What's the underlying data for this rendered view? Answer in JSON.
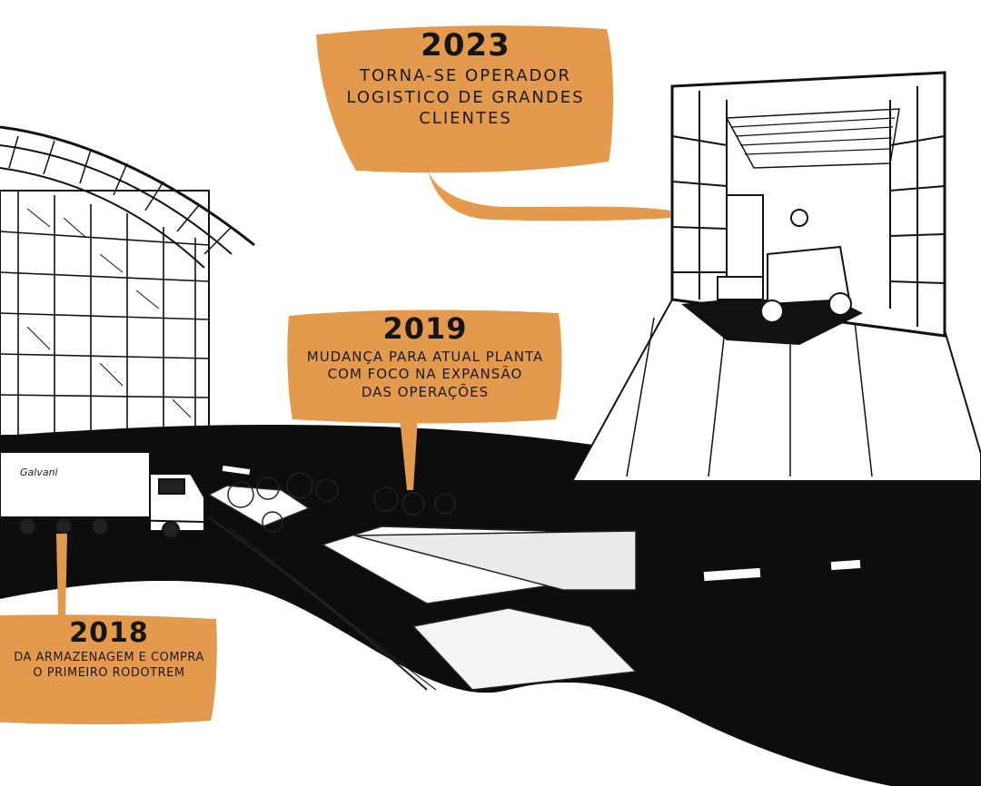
{
  "timeline": {
    "event_2023": {
      "year": "2023",
      "lines": [
        "TORNA-SE OPERADOR",
        "LOGISTICO DE GRANDES",
        "CLIENTES"
      ]
    },
    "event_2019": {
      "year": "2019",
      "lines": [
        "MUDANÇA PARA ATUAL PLANTA",
        "COM FOCO NA EXPANSÃO",
        "DAS OPERAÇÕES"
      ]
    },
    "event_2018": {
      "year": "2018",
      "lines": [
        "DA ARMAZENAGEM E COMPRA",
        "O PRIMEIRO RODOTREM"
      ]
    }
  },
  "truck": {
    "brand": "Galvani"
  },
  "colors": {
    "bubble": "#e39a4d",
    "ink": "#111111",
    "paper": "#ffffff"
  }
}
